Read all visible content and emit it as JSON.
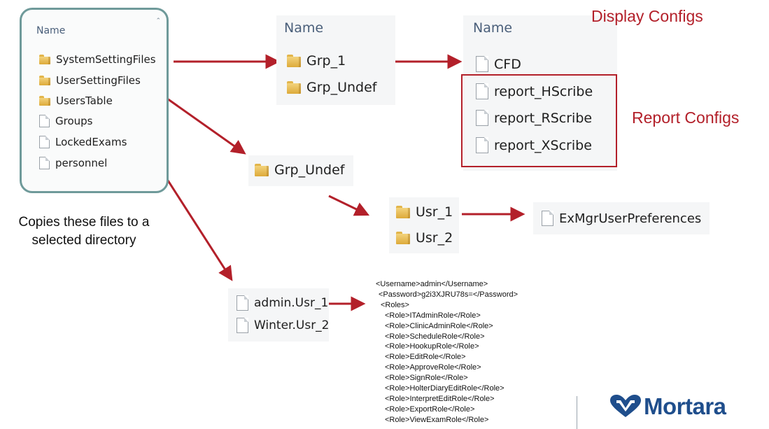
{
  "explorer": {
    "header": "Name",
    "items": [
      {
        "type": "folder",
        "label": "SystemSettingFiles"
      },
      {
        "type": "folder",
        "label": "UserSettingFiles"
      },
      {
        "type": "folder",
        "label": "UsersTable"
      },
      {
        "type": "file",
        "label": "Groups"
      },
      {
        "type": "file",
        "label": "LockedExams"
      },
      {
        "type": "file",
        "label": "personnel"
      }
    ]
  },
  "caption": [
    "Copies these files to a",
    "selected directory"
  ],
  "grp_panel": {
    "header": "Name",
    "items": [
      "Grp_1",
      "Grp_Undef"
    ]
  },
  "config_panel": {
    "header": "Name",
    "items": [
      "CFD",
      "report_HScribe",
      "report_RScribe",
      "report_XScribe"
    ]
  },
  "display_configs_label": "Display Configs",
  "report_configs_label": "Report Configs",
  "grp_undef_folder": "Grp_Undef",
  "usr_folders": [
    "Usr_1",
    "Usr_2"
  ],
  "user_pref_file": "ExMgrUserPreferences",
  "user_files": [
    "admin.Usr_1",
    "Winter.Usr_2"
  ],
  "xml_lines": [
    "<Username>admin</Username>",
    "<Password>g2i3XJRU78s=</Password>",
    "<Roles>",
    "<Role>ITAdminRole</Role>",
    "<Role>ClinicAdminRole</Role>",
    "<Role>ScheduleRole</Role>",
    "<Role>HookupRole</Role>",
    "<Role>EditRole</Role>",
    "<Role>ApproveRole</Role>",
    "<Role>SignRole</Role>",
    "<Role>HolterDiaryEditRole</Role>",
    "<Role>InterpretEditRole</Role>",
    "<Role>ExportRole</Role>",
    "<Role>ViewExamRole</Role>"
  ],
  "logo": {
    "text": "Mortara",
    "color": "#1f4e8c"
  },
  "colors": {
    "arrow": "#b3202a",
    "box_border": "#b3202a",
    "explorer_border": "#6f9a9a"
  }
}
